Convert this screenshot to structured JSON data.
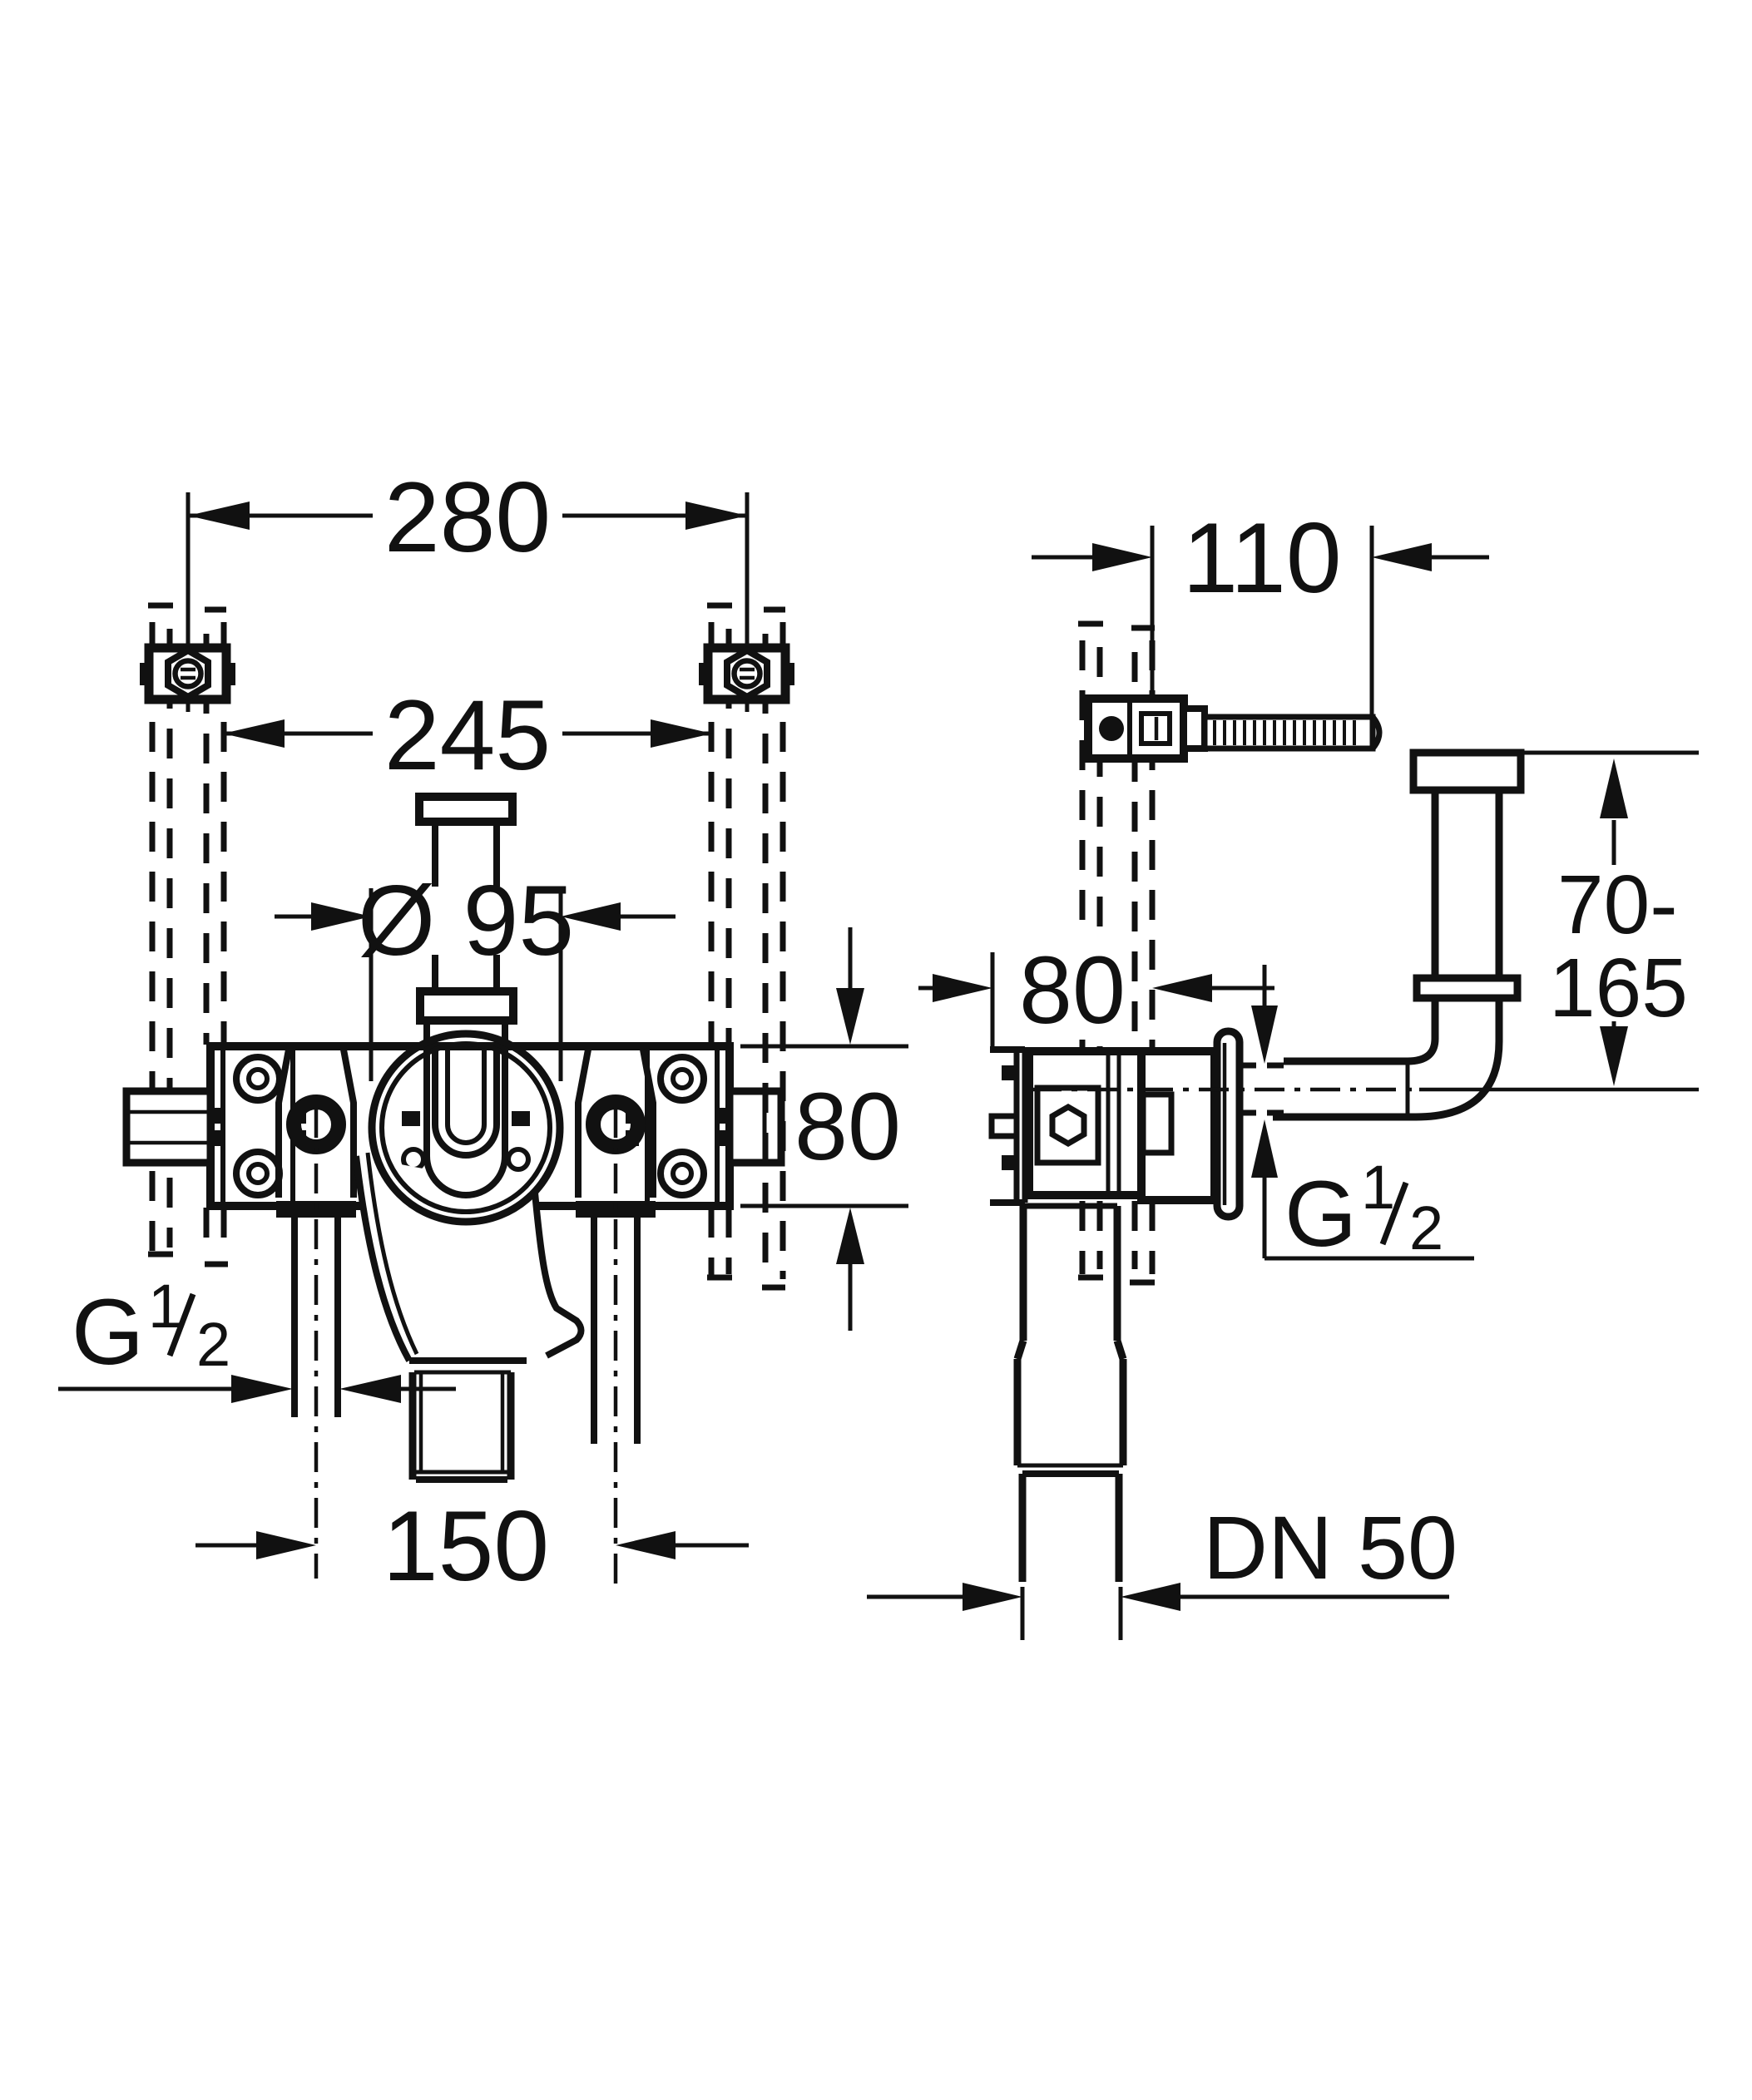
{
  "drawing": {
    "type": "technical-installation-drawing",
    "line_color": "#111111",
    "background": "#ffffff",
    "front_view": {
      "dim_mounting_width": "280",
      "dim_inner_width": "245",
      "dim_rosette_diameter": "Ø 95",
      "dim_body_height": "80",
      "dim_connection_spacing": "150",
      "thread_g": "G",
      "thread_numerator": "1",
      "thread_denominator": "2"
    },
    "side_view": {
      "dim_clamp_offset": "110",
      "dim_depth": "80",
      "dim_height_range_first": "70-",
      "dim_height_range_second": "165",
      "thread_g": "G",
      "thread_numerator": "1",
      "thread_denominator": "2",
      "dim_drain_diameter": "DN 50"
    }
  }
}
